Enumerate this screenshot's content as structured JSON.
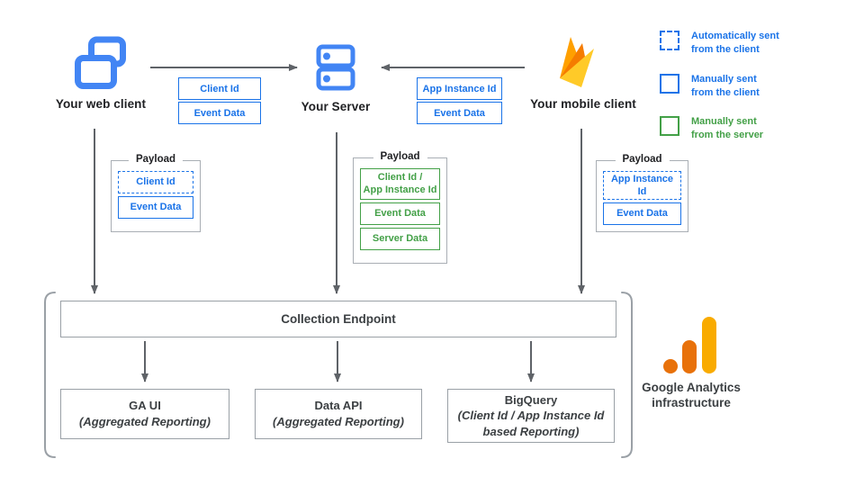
{
  "nodes": {
    "web": {
      "label": "Your web client"
    },
    "server": {
      "label": "Your Server"
    },
    "mobile": {
      "label": "Your mobile client"
    }
  },
  "flows": {
    "web_to_server": {
      "tags": [
        "Client Id",
        "Event Data"
      ]
    },
    "mobile_to_server": {
      "tags": [
        "App Instance Id",
        "Event Data"
      ]
    }
  },
  "legend": {
    "items": [
      {
        "label": "Automatically sent\nfrom the client",
        "style": "dashed-blue"
      },
      {
        "label": "Manually sent\nfrom the client",
        "style": "solid-blue"
      },
      {
        "label": "Manually sent\nfrom the server",
        "style": "solid-green"
      }
    ]
  },
  "payloads": {
    "title": "Payload",
    "web": {
      "items": [
        {
          "label": "Client Id",
          "style": "dashed-blue"
        },
        {
          "label": "Event Data",
          "style": "solid-blue"
        }
      ]
    },
    "server": {
      "items": [
        {
          "label": "Client Id /\nApp Instance Id",
          "style": "solid-green"
        },
        {
          "label": "Event Data",
          "style": "solid-green"
        },
        {
          "label": "Server Data",
          "style": "solid-green"
        }
      ]
    },
    "mobile": {
      "items": [
        {
          "label": "App Instance Id",
          "style": "dashed-blue"
        },
        {
          "label": "Event Data",
          "style": "solid-blue"
        }
      ]
    }
  },
  "infrastructure": {
    "endpoint": "Collection Endpoint",
    "outputs": [
      {
        "name": "GA UI",
        "detail": "(Aggregated Reporting)"
      },
      {
        "name": "Data API",
        "detail": "(Aggregated Reporting)"
      },
      {
        "name": "BigQuery",
        "detail": "(Client Id / App Instance Id\nbased Reporting)"
      }
    ],
    "label": "Google Analytics\ninfrastructure"
  },
  "colors": {
    "blue": "#1a73e8",
    "icon_blue": "#4285f4",
    "green": "#43a047",
    "arrow_gray": "#5f6368",
    "border_gray": "#9aa0a6",
    "text_dark": "#3c4043",
    "ga_orange": "#e8710a",
    "ga_amber": "#f9ab00",
    "firebase_yellow": "#ffca28",
    "firebase_orange": "#ffa000",
    "firebase_dark_orange": "#f57c00"
  }
}
